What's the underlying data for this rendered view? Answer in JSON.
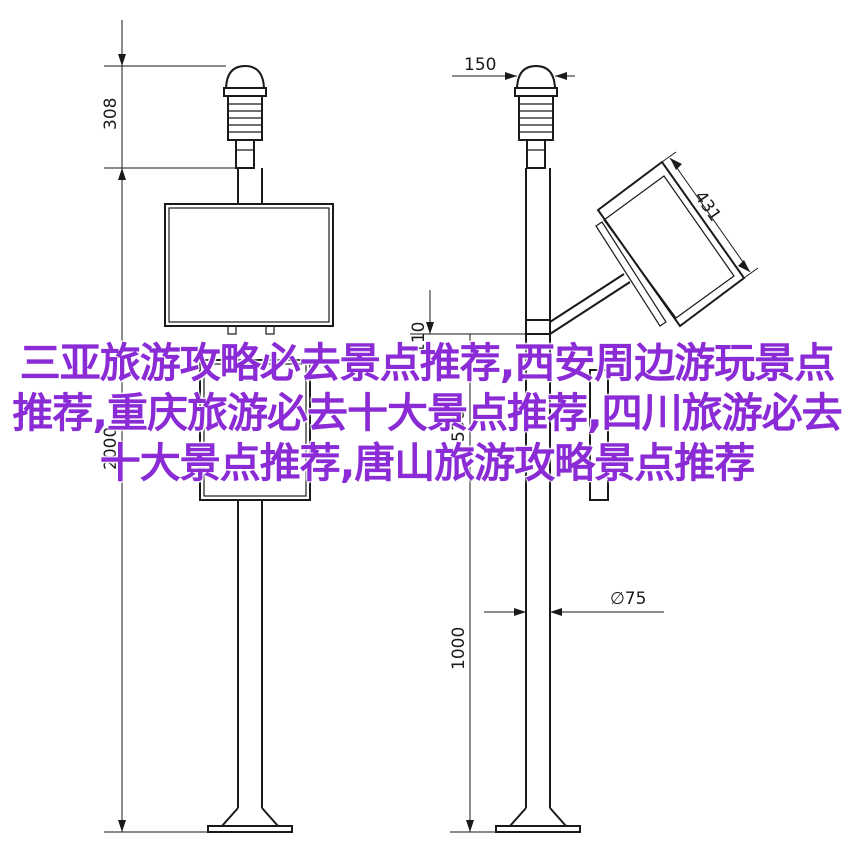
{
  "dimensions": {
    "sensor_height": "308",
    "overall_height": "2000",
    "head_width": "150",
    "panel_width": "431",
    "bracket_offset": "110",
    "panel_height": "530",
    "pole_diameter": "∅75",
    "base_height": "1000"
  },
  "overlay": {
    "text": "三亚旅游攻略必去景点推荐,西安周边游玩景点推荐,重庆旅游必去十大景点推荐,四川旅游必去十大景点推荐,唐山旅游攻略景点推荐"
  },
  "colors": {
    "line": "#1a1a1a",
    "overlay": "#8a2bd6"
  }
}
